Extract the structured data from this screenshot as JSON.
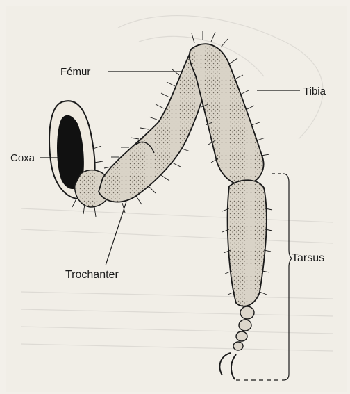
{
  "labels": {
    "femur": "Fémur",
    "tibia": "Tibia",
    "coxa": "Coxa",
    "trochanter": "Trochanter",
    "tarsus": "Tarsus"
  },
  "colors": {
    "ink": "#1a1a1a",
    "paper": "#f1eee7",
    "segment_fill": "#dcd6cb",
    "coxa_core": "#111111"
  }
}
